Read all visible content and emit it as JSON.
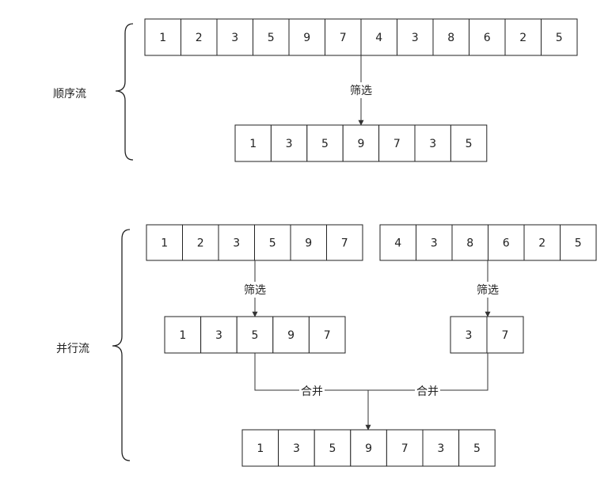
{
  "sequential": {
    "title": "顺序流",
    "source": [
      "1",
      "2",
      "3",
      "5",
      "9",
      "7",
      "4",
      "3",
      "8",
      "6",
      "2",
      "5"
    ],
    "filter_label": "筛选",
    "result": [
      "1",
      "3",
      "5",
      "9",
      "7",
      "3",
      "5"
    ]
  },
  "parallel": {
    "title": "并行流",
    "left_source": [
      "1",
      "2",
      "3",
      "5",
      "9",
      "7"
    ],
    "right_source": [
      "4",
      "3",
      "8",
      "6",
      "2",
      "5"
    ],
    "left_filter_label": "筛选",
    "right_filter_label": "筛选",
    "left_filtered": [
      "1",
      "3",
      "5",
      "9",
      "7"
    ],
    "right_filtered": [
      "3",
      "7"
    ],
    "left_merge_label": "合并",
    "right_merge_label": "合并",
    "result": [
      "1",
      "3",
      "5",
      "9",
      "7",
      "3",
      "5"
    ]
  }
}
